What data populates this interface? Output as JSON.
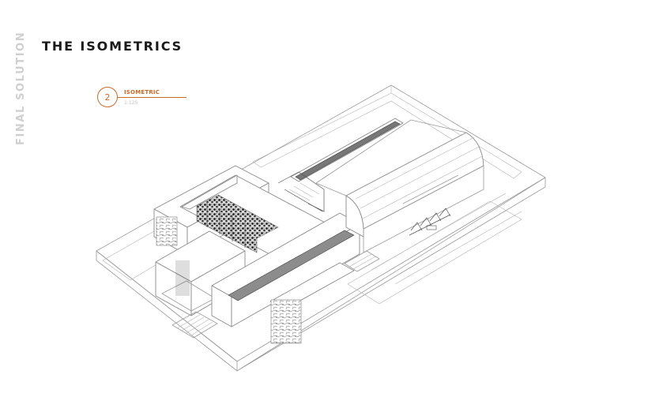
{
  "side_label": "FINAL SOLUTION",
  "title": "THE ISOMETRICS",
  "drawing_tag": {
    "number": "2",
    "title": "ISOMETRIC",
    "scale": "1:125"
  },
  "colors": {
    "accent": "#c96a2a",
    "title_text": "#1a1a1a",
    "side_label": "#cfcfcf",
    "linework": "#9a9a9a"
  }
}
